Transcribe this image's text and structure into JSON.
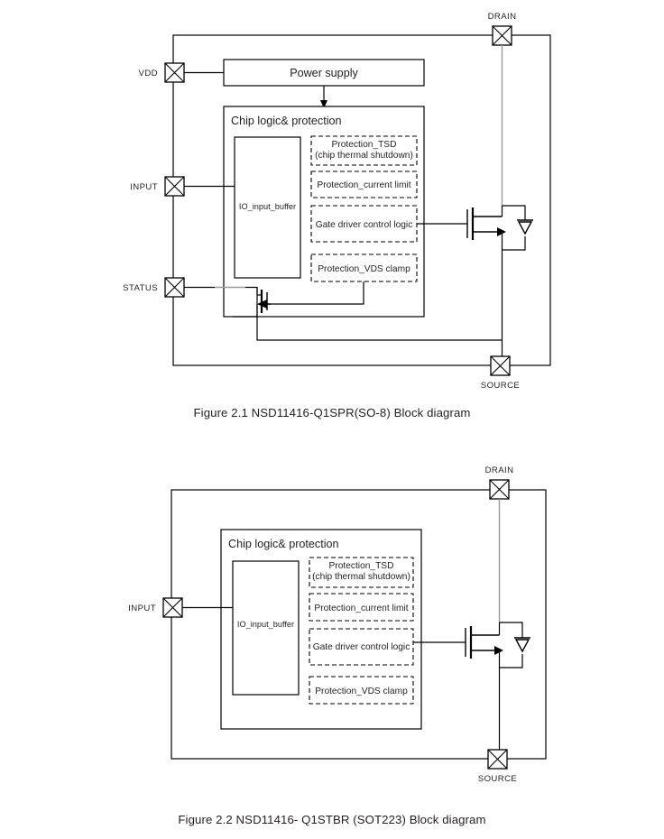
{
  "document": {
    "type": "datasheet-block-diagrams",
    "background": "#ffffff",
    "ink": "#231f20"
  },
  "figures": [
    {
      "id": "figure-2-1",
      "caption": "Figure 2.1 NSD11416-Q1SPR(SO-8) Block diagram",
      "package": "SO-8",
      "part": "NSD11416-Q1SPR",
      "pins": [
        {
          "name": "VDD",
          "side": "left"
        },
        {
          "name": "INPUT",
          "side": "left"
        },
        {
          "name": "STATUS",
          "side": "left"
        },
        {
          "name": "DRAIN",
          "side": "top"
        },
        {
          "name": "SOURCE",
          "side": "bottom"
        }
      ],
      "blocks": [
        {
          "id": "power-supply",
          "label": "Power supply",
          "style": "solid"
        },
        {
          "id": "chip-logic",
          "label": "Chip logic& protection",
          "style": "solid"
        },
        {
          "id": "io-input-buffer",
          "label": "IO_input_buffer",
          "style": "solid"
        },
        {
          "id": "protection-tsd",
          "label": "Protection_TSD",
          "label2": "(chip thermal shutdown)",
          "style": "dashed"
        },
        {
          "id": "protection-current-limit",
          "label": "Protection_current limit",
          "style": "dashed"
        },
        {
          "id": "gate-driver-control-logic",
          "label": "Gate driver control logic",
          "style": "dashed"
        },
        {
          "id": "protection-vds-clamp",
          "label": "Protection_VDS clamp",
          "style": "dashed"
        }
      ],
      "devices": [
        {
          "id": "power-mosfet",
          "type": "n-mosfet-with-body-diode"
        },
        {
          "id": "status-mosfet",
          "type": "n-mosfet-open-drain"
        }
      ]
    },
    {
      "id": "figure-2-2",
      "caption": "Figure 2.2 NSD11416- Q1STBR (SOT223) Block diagram",
      "package": "SOT223",
      "part": "NSD11416- Q1STBR",
      "pins": [
        {
          "name": "INPUT",
          "side": "left"
        },
        {
          "name": "DRAIN",
          "side": "top"
        },
        {
          "name": "SOURCE",
          "side": "bottom"
        }
      ],
      "blocks": [
        {
          "id": "chip-logic",
          "label": "Chip logic& protection",
          "style": "solid"
        },
        {
          "id": "io-input-buffer",
          "label": "IO_input_buffer",
          "style": "solid"
        },
        {
          "id": "protection-tsd",
          "label": "Protection_TSD",
          "label2": "(chip thermal shutdown)",
          "style": "dashed"
        },
        {
          "id": "protection-current-limit",
          "label": "Protection_current limit",
          "style": "dashed"
        },
        {
          "id": "gate-driver-control-logic",
          "label": "Gate driver control logic",
          "style": "dashed"
        },
        {
          "id": "protection-vds-clamp",
          "label": "Protection_VDS clamp",
          "style": "dashed"
        }
      ],
      "devices": [
        {
          "id": "power-mosfet",
          "type": "n-mosfet-with-body-diode"
        }
      ]
    }
  ],
  "colors": {
    "ink": "#231f20",
    "wire": "#000000",
    "wire_faded": "#9a9a9a",
    "fill": "#ffffff"
  }
}
